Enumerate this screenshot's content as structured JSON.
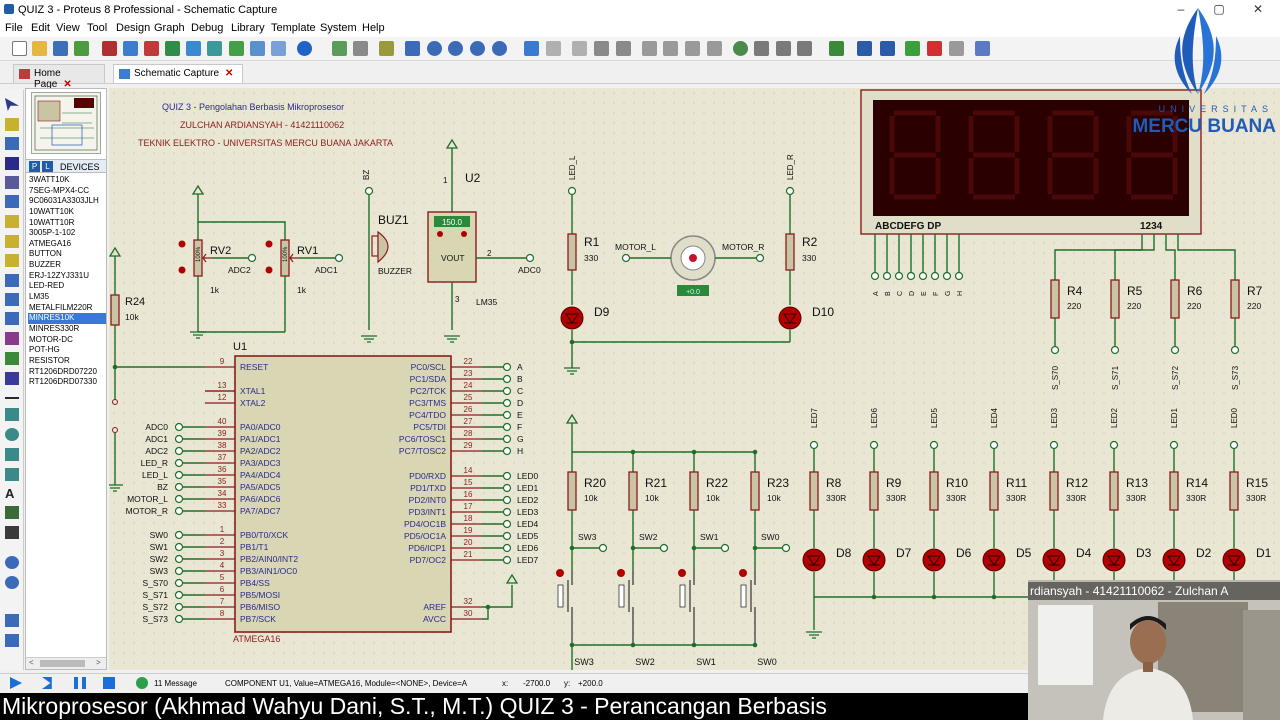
{
  "window": {
    "title": "QUIZ 3 - Proteus 8 Professional - Schematic Capture",
    "controls": [
      "–",
      "▢",
      "✕"
    ]
  },
  "menu": [
    "File",
    "Edit",
    "View",
    "Tool",
    "Design",
    "Graph",
    "Debug",
    "Library",
    "Template",
    "System",
    "Help"
  ],
  "tabs": [
    {
      "label": "Home Page",
      "active": false
    },
    {
      "label": "Schematic Capture",
      "active": true
    }
  ],
  "devices": {
    "header": "DEVICES",
    "p_button": "P",
    "l_button": "L",
    "items": [
      "3WATT10K",
      "7SEG-MPX4-CC",
      "9C06031A3303JLH",
      "10WATT10K",
      "10WATT10R",
      "3005P-1-102",
      "ATMEGA16",
      "BUTTON",
      "BUZZER",
      "ERJ-12ZYJ331U",
      "LED-RED",
      "LM35",
      "METALFILM220R",
      "MINRES10K",
      "MINRES330R",
      "MOTOR-DC",
      "POT-HG",
      "RESISTOR",
      "RT1206DRD07220",
      "RT1206DRD07330"
    ],
    "selected": "MINRES10K"
  },
  "schematic": {
    "header_lines": [
      "QUIZ 3 - Pengolahan Berbasis Mikroprosesor",
      "ZULCHAN ARDIANSYAH - 41421110062",
      "TEKNIK ELEKTRO - UNIVERSITAS MERCU BUANA JAKARTA"
    ],
    "mcu_ref": "U1",
    "mcu_part": "ATMEGA16",
    "mcu_left_pins": [
      {
        "num": "9",
        "name": "RESET"
      },
      {
        "num": "13",
        "name": "XTAL1"
      },
      {
        "num": "12",
        "name": "XTAL2"
      },
      {
        "num": "40",
        "name": "PA0/ADC0",
        "net": "ADC0"
      },
      {
        "num": "39",
        "name": "PA1/ADC1",
        "net": "ADC1"
      },
      {
        "num": "38",
        "name": "PA2/ADC2",
        "net": "ADC2"
      },
      {
        "num": "37",
        "name": "PA3/ADC3",
        "net": "LED_R"
      },
      {
        "num": "36",
        "name": "PA4/ADC4",
        "net": "LED_L"
      },
      {
        "num": "35",
        "name": "PA5/ADC5",
        "net": "BZ"
      },
      {
        "num": "34",
        "name": "PA6/ADC6",
        "net": "MOTOR_L"
      },
      {
        "num": "33",
        "name": "PA7/ADC7",
        "net": "MOTOR_R"
      },
      {
        "num": "1",
        "name": "PB0/T0/XCK",
        "net": "SW0"
      },
      {
        "num": "2",
        "name": "PB1/T1",
        "net": "SW1"
      },
      {
        "num": "3",
        "name": "PB2/AIN0/INT2",
        "net": "SW2"
      },
      {
        "num": "4",
        "name": "PB3/AIN1/OC0",
        "net": "SW3"
      },
      {
        "num": "5",
        "name": "PB4/SS",
        "net": "S_S70"
      },
      {
        "num": "6",
        "name": "PB5/MOSI",
        "net": "S_S71"
      },
      {
        "num": "7",
        "name": "PB6/MISO",
        "net": "S_S72"
      },
      {
        "num": "8",
        "name": "PB7/SCK",
        "net": "S_S73"
      }
    ],
    "mcu_right_pins": [
      {
        "num": "22",
        "name": "PC0/SCL",
        "net": "A"
      },
      {
        "num": "23",
        "name": "PC1/SDA",
        "net": "B"
      },
      {
        "num": "24",
        "name": "PC2/TCK",
        "net": "C"
      },
      {
        "num": "25",
        "name": "PC3/TMS",
        "net": "D"
      },
      {
        "num": "26",
        "name": "PC4/TDO",
        "net": "E"
      },
      {
        "num": "27",
        "name": "PC5/TDI",
        "net": "F"
      },
      {
        "num": "28",
        "name": "PC6/TOSC1",
        "net": "G"
      },
      {
        "num": "29",
        "name": "PC7/TOSC2",
        "net": "H"
      },
      {
        "num": "14",
        "name": "PD0/RXD",
        "net": "LED0"
      },
      {
        "num": "15",
        "name": "PD1/TXD",
        "net": "LED1"
      },
      {
        "num": "16",
        "name": "PD2/INT0",
        "net": "LED2"
      },
      {
        "num": "17",
        "name": "PD3/INT1",
        "net": "LED3"
      },
      {
        "num": "18",
        "name": "PD4/OC1B",
        "net": "LED4"
      },
      {
        "num": "19",
        "name": "PD5/OC1A",
        "net": "LED5"
      },
      {
        "num": "20",
        "name": "PD6/ICP1",
        "net": "LED6"
      },
      {
        "num": "21",
        "name": "PD7/OC2",
        "net": "LED7"
      },
      {
        "num": "32",
        "name": "AREF"
      },
      {
        "num": "30",
        "name": "AVCC"
      }
    ],
    "rv2": {
      "ref": "RV2",
      "value": "1k",
      "net": "ADC2",
      "pct": "100%"
    },
    "rv1": {
      "ref": "RV1",
      "value": "1k",
      "net": "ADC1",
      "pct": "100%"
    },
    "buzzer": {
      "ref": "BUZ1",
      "part": "BUZZER",
      "net": "BZ"
    },
    "u2": {
      "ref": "U2",
      "part": "LM35",
      "reading": "150.0",
      "pin_vout": "VOUT",
      "net": "ADC0",
      "pin1": "1",
      "pin2": "2",
      "pin3": "3"
    },
    "r24": {
      "ref": "R24",
      "value": "10k"
    },
    "motor": {
      "part_label_l": "MOTOR_L",
      "part_label_r": "MOTOR_R",
      "reading": "+0.0"
    },
    "r1": {
      "ref": "R1",
      "value": "330",
      "net": "LED_L"
    },
    "r2": {
      "ref": "R2",
      "value": "330",
      "net": "LED_R"
    },
    "d9": "D9",
    "d10": "D10",
    "seg": {
      "labels_left": "ABCDEFG DP",
      "labels_right": "1234",
      "pin_letters": [
        "A",
        "B",
        "C",
        "D",
        "E",
        "F",
        "G",
        "H"
      ]
    },
    "digit_resistors": [
      {
        "ref": "R4",
        "value": "220",
        "net": "S_S70"
      },
      {
        "ref": "R5",
        "value": "220",
        "net": "S_S71"
      },
      {
        "ref": "R6",
        "value": "220",
        "net": "S_S72"
      },
      {
        "ref": "R7",
        "value": "220",
        "net": "S_S73"
      }
    ],
    "switch_resistors": [
      {
        "ref": "R20",
        "value": "10k",
        "net": "SW3"
      },
      {
        "ref": "R21",
        "value": "10k",
        "net": "SW2"
      },
      {
        "ref": "R22",
        "value": "10k",
        "net": "SW1"
      },
      {
        "ref": "R23",
        "value": "10k",
        "net": "SW0"
      }
    ],
    "buttons": [
      "SW3",
      "SW2",
      "SW1",
      "SW0"
    ],
    "led_resistors": [
      {
        "ref": "R8",
        "value": "330R",
        "net": "LED7",
        "led": "D8"
      },
      {
        "ref": "R9",
        "value": "330R",
        "net": "LED6",
        "led": "D7"
      },
      {
        "ref": "R10",
        "value": "330R",
        "net": "LED5",
        "led": "D6"
      },
      {
        "ref": "R11",
        "value": "330R",
        "net": "LED4",
        "led": "D5"
      },
      {
        "ref": "R12",
        "value": "330R",
        "net": "LED3",
        "led": "D4"
      },
      {
        "ref": "R13",
        "value": "330R",
        "net": "LED2",
        "led": "D3"
      },
      {
        "ref": "R14",
        "value": "330R",
        "net": "LED1",
        "led": "D2"
      },
      {
        "ref": "R15",
        "value": "330R",
        "net": "LED0",
        "led": "D1"
      }
    ]
  },
  "status": {
    "messages": "11 Message",
    "component": "COMPONENT U1, Value=ATMEGA16, Module=<NONE>, Device=A",
    "x_label": "x:",
    "x_value": "-2700.0",
    "y_label": "y:",
    "y_value": "+200.0"
  },
  "logo": {
    "uni": "UNIVERSITAS",
    "name": "MERCU BUANA"
  },
  "webcam_caption": "rdiansyah - 41421110062 - Zulchan A",
  "subtitle": "Mikroprosesor (Akhmad Wahyu Dani, S.T., M.T.) QUIZ 3 - Perancangan Berbasis",
  "colors": {
    "wire": "#1f6e2a",
    "component": "#8b1c1c",
    "pin_label": "#2a2a8a",
    "led": "#b00000",
    "canvas": "#e9e6d3",
    "mcu_fill": "#d9d6b4"
  }
}
